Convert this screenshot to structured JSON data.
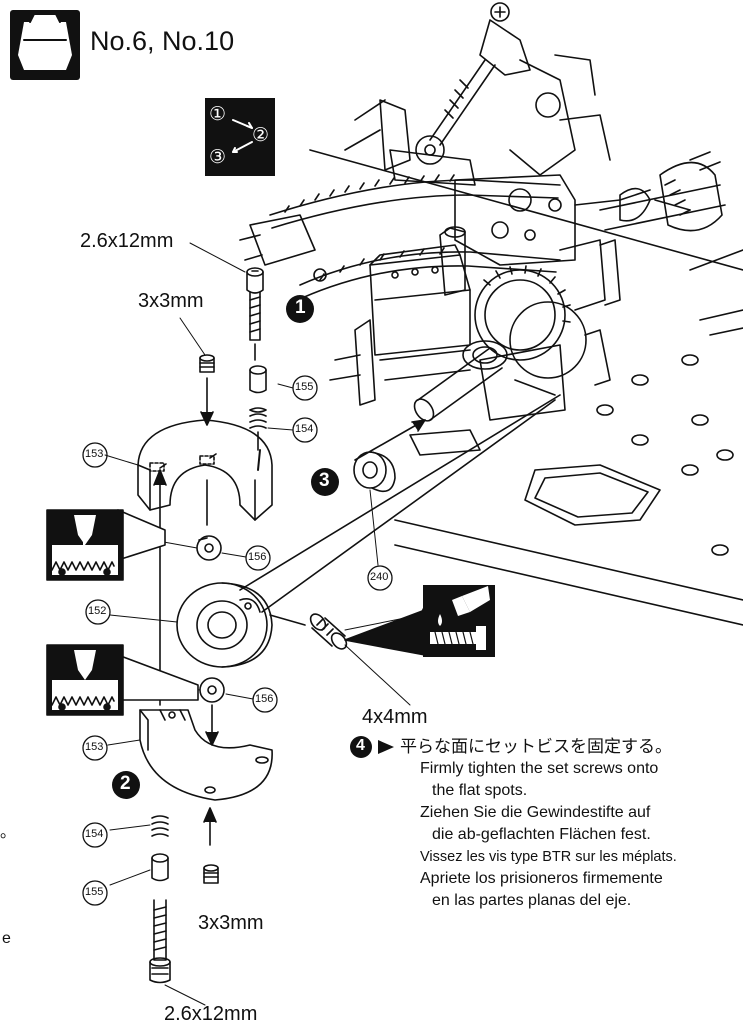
{
  "header": {
    "model_text": "No.6, No.10"
  },
  "step_indicator": {
    "s1": "①",
    "s2": "②",
    "s3": "③"
  },
  "steps": {
    "n1": "1",
    "n2": "2",
    "n3": "3",
    "n4": "4"
  },
  "labels": {
    "screw_top": "2.6x12mm",
    "set_top": "3x3mm",
    "set_mid": "4x4mm",
    "set_bottom": "3x3mm",
    "screw_bottom": "2.6x12mm"
  },
  "parts": {
    "p153a": "153",
    "p155a": "155",
    "p154a": "154",
    "p156a": "156",
    "p240": "240",
    "p152": "152",
    "p156b": "156",
    "p153b": "153",
    "p154b": "154",
    "p155b": "155"
  },
  "instruction": {
    "jp": "平らな面にセットビスを固定する。",
    "en1": "Firmly tighten the set screws onto",
    "en2": "the flat spots.",
    "de1": "Ziehen Sie die Gewindestifte auf",
    "de2": "die ab-geflachten Flächen fest.",
    "fr": "Vissez les vis type BTR sur les méplats.",
    "es1": "Apriete los prisioneros firmemente",
    "es2": "en las partes planas del eje."
  },
  "edge_marks": {
    "mark1": "。",
    "mark2": "e"
  }
}
